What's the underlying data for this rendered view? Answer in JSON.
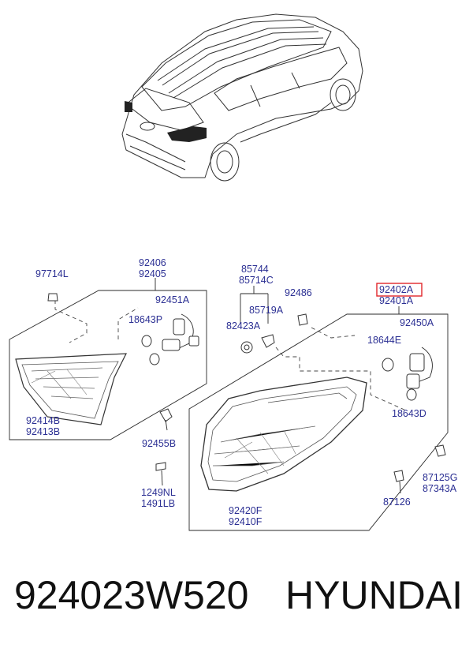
{
  "footer": {
    "part_number": "924023W520",
    "brand": "HYUNDAI"
  },
  "labels": {
    "l97714L": "97714L",
    "l92406": "92406",
    "l92405": "92405",
    "l92451A": "92451A",
    "l18643P": "18643P",
    "l92414B": "92414B",
    "l92413B": "92413B",
    "l92455B": "92455B",
    "l1249NL": "1249NL",
    "l1491LB": "1491LB",
    "l85744": "85744",
    "l85714C": "85714C",
    "l85719A": "85719A",
    "l82423A": "82423A",
    "l92486": "92486",
    "l92402A": "92402A",
    "l92401A": "92401A",
    "l92450A": "92450A",
    "l18644E": "18644E",
    "l18643D": "18643D",
    "l87125G": "87125G",
    "l87343A": "87343A",
    "l87126": "87126",
    "l92420F": "92420F",
    "l92410F": "92410F"
  },
  "colors": {
    "label": "#2b2f93",
    "highlight": "#e0262b"
  }
}
